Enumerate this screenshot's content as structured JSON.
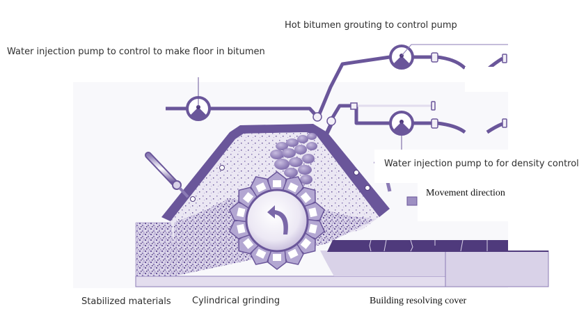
{
  "diagram": {
    "title": "Asphalt in-place recycling / stabilization machine schematic",
    "colors": {
      "primary": "#6a569a",
      "dark": "#4f3a7c",
      "light": "#d9d2e8",
      "pale": "#e9e5f2",
      "background": "#f8f8fb"
    },
    "labels": {
      "water_pump_floor": "Water injection pump to control to make floor in bitumen",
      "hot_bitumen": "Hot bitumen grouting to control pump",
      "water_pump_density": "Water injection pump to for density control",
      "movement_direction": "Movement direction",
      "stabilized_materials": "Stabilized materials",
      "cylindrical_grinding": "Cylindrical grinding",
      "building_cover": "Building resolving cover"
    },
    "components": [
      {
        "id": "pump-floor",
        "icon": "pump-gauge-icon"
      },
      {
        "id": "pump-bitumen",
        "icon": "pump-gauge-icon"
      },
      {
        "id": "pump-density",
        "icon": "pump-gauge-icon"
      },
      {
        "id": "grinding-drum",
        "icon": "rotation-arrow-icon"
      },
      {
        "id": "hood",
        "icon": "machine-hood"
      },
      {
        "id": "hydraulic-arm-left",
        "icon": "hydraulic-cylinder-icon"
      }
    ]
  }
}
